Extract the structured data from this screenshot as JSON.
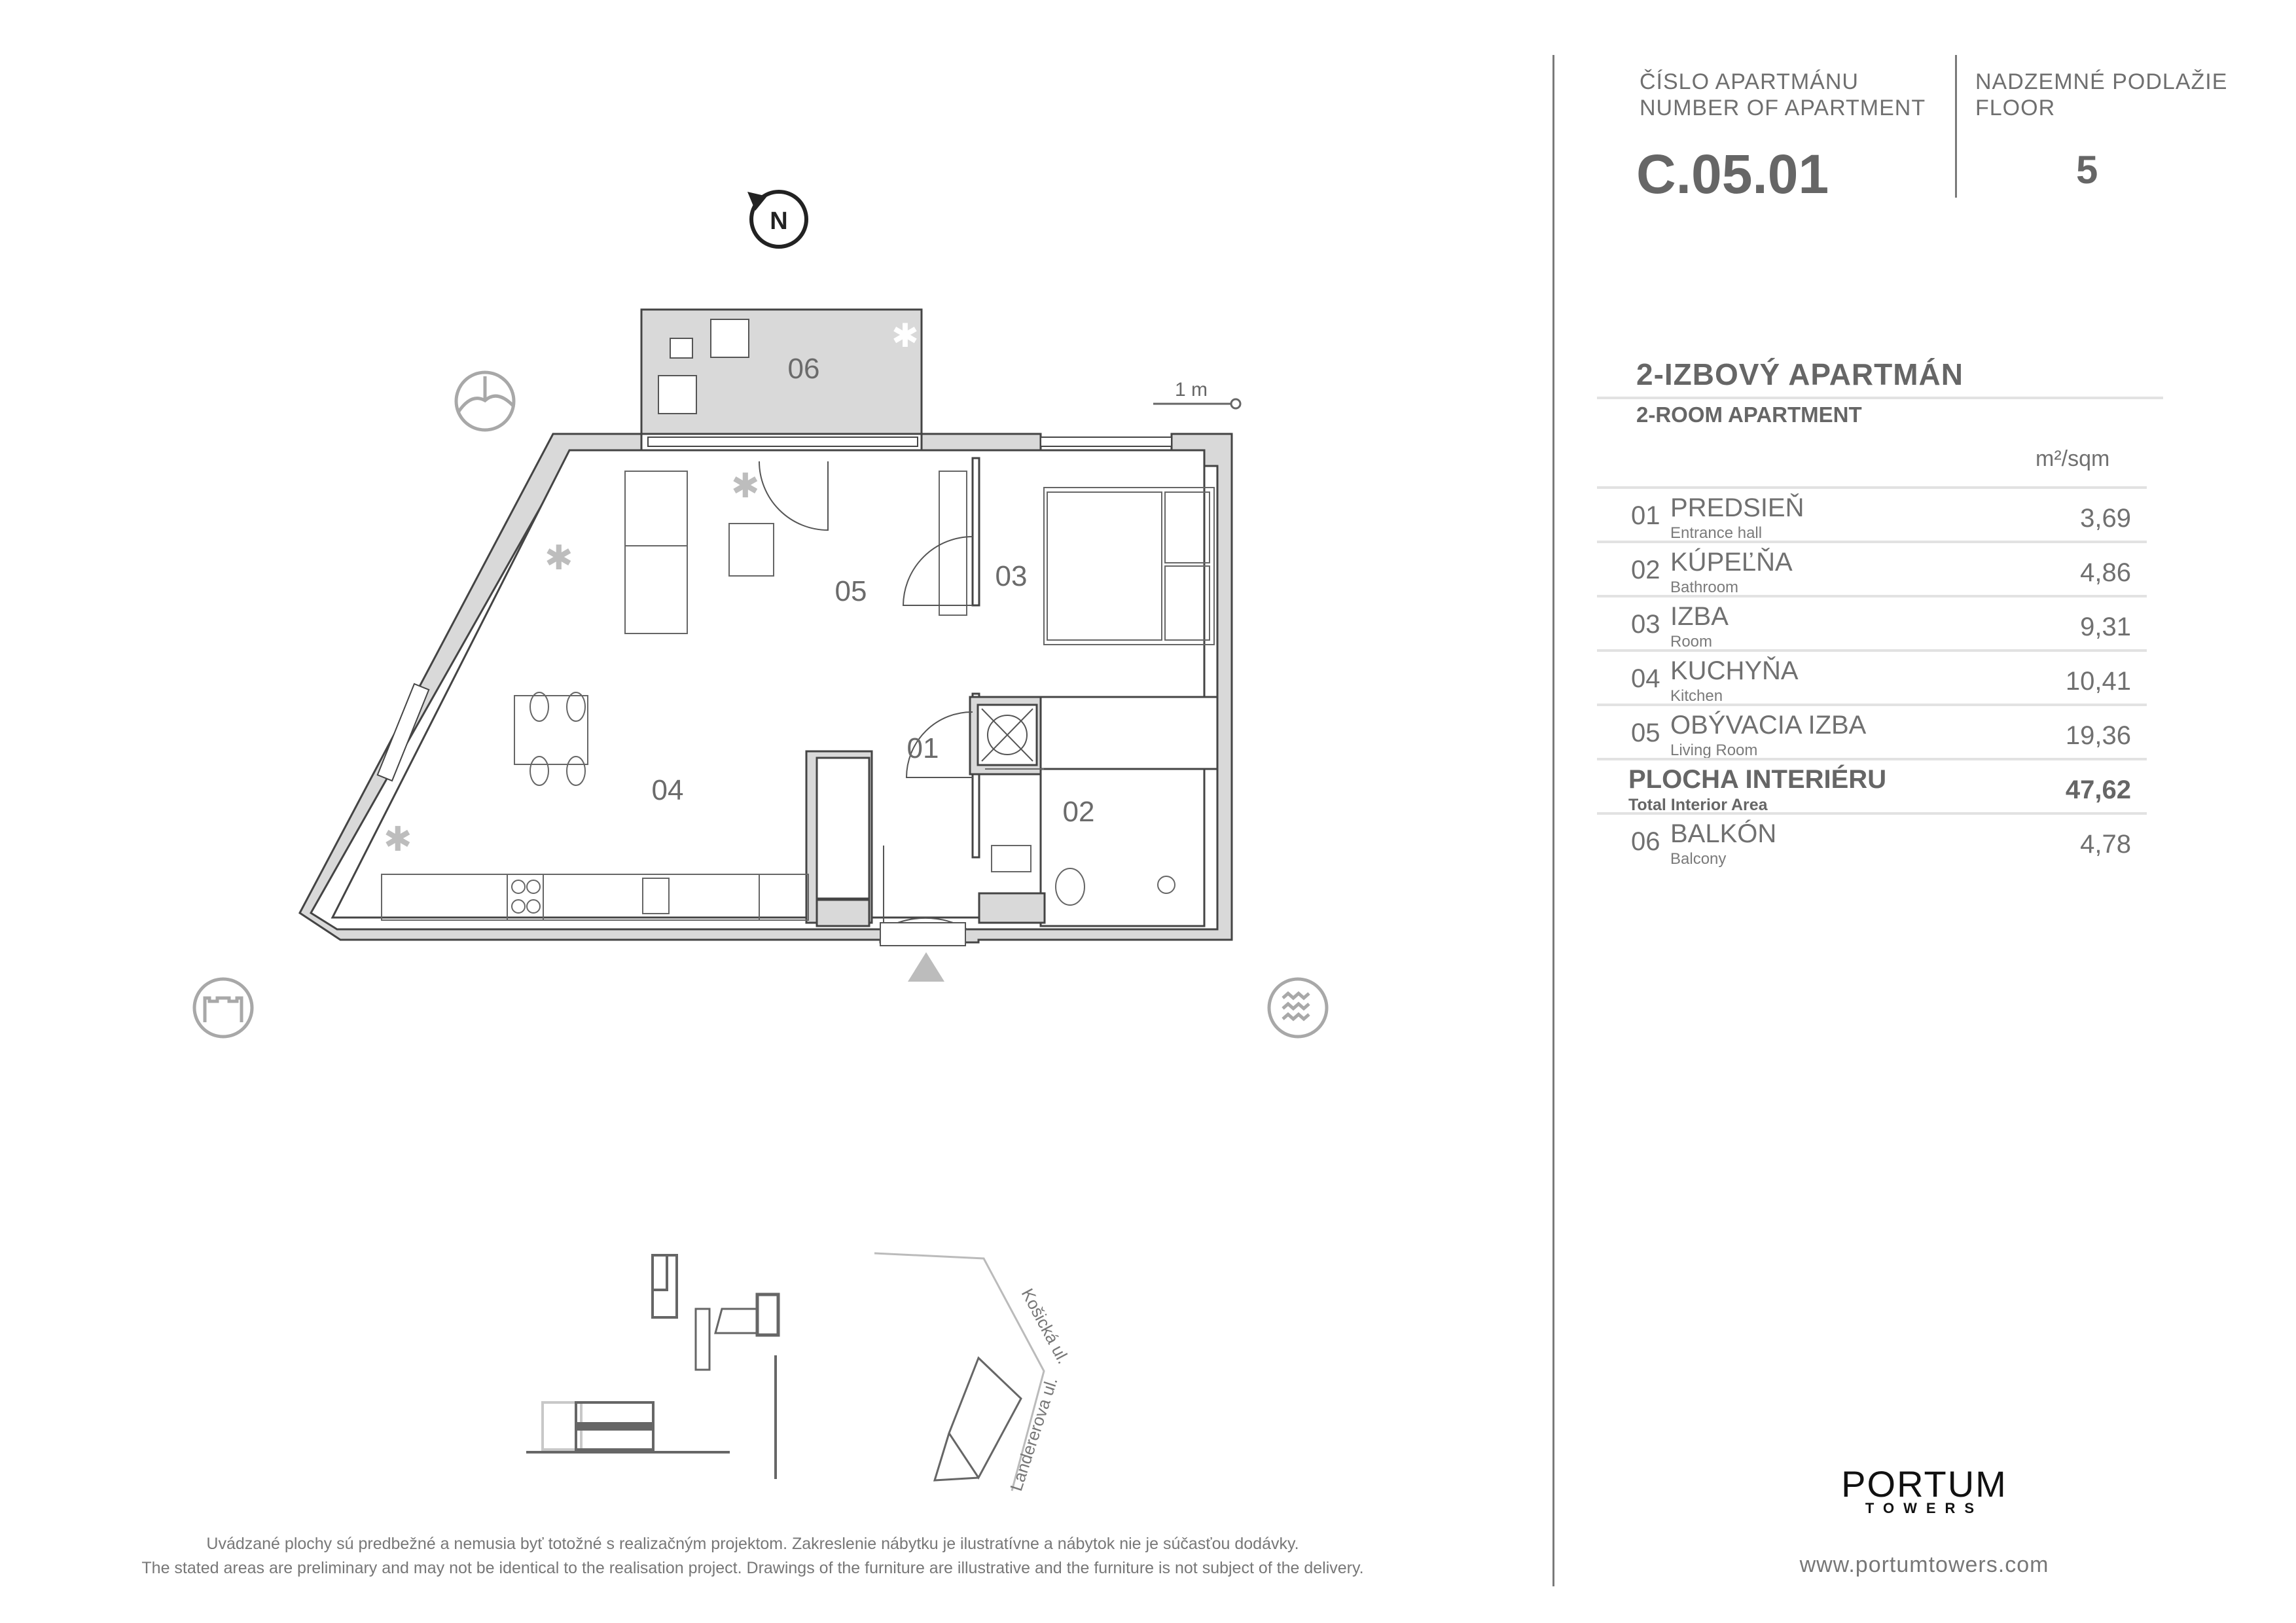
{
  "header": {
    "apartment_label_sk": "ČÍSLO APARTMÁNU",
    "apartment_label_en": "NUMBER OF APARTMENT",
    "apartment_number": "C.05.01",
    "floor_label_sk": "NADZEMNÉ PODLAŽIE",
    "floor_label_en": "FLOOR",
    "floor_number": "5"
  },
  "summary": {
    "title_sk": "2-IZBOVÝ APARTMÁN",
    "title_en": "2-ROOM APARTMENT",
    "unit": "m²/sqm",
    "rooms": [
      {
        "num": "01",
        "name": "PREDSIEŇ",
        "sub": "Entrance hall",
        "area": "3,69"
      },
      {
        "num": "02",
        "name": "KÚPEĽŇA",
        "sub": "Bathroom",
        "area": "4,86"
      },
      {
        "num": "03",
        "name": "IZBA",
        "sub": "Room",
        "area": "9,31"
      },
      {
        "num": "04",
        "name": "KUCHYŇA",
        "sub": "Kitchen",
        "area": "10,41"
      },
      {
        "num": "05",
        "name": "OBÝVACIA IZBA",
        "sub": "Living Room",
        "area": "19,36"
      }
    ],
    "total": {
      "name": "PLOCHA INTERIÉRU",
      "sub": "Total Interior Area",
      "area": "47,62"
    },
    "balcony": {
      "num": "06",
      "name": "BALKÓN",
      "sub": "Balcony",
      "area": "4,78"
    }
  },
  "plan": {
    "room_labels": [
      "01",
      "02",
      "03",
      "04",
      "05",
      "06"
    ],
    "scale_label": "1 m",
    "compass_label": "N",
    "icons": [
      "compass-north-icon",
      "mountain-view-icon",
      "castle-view-icon",
      "water-view-icon",
      "entrance-arrow-icon"
    ]
  },
  "site": {
    "street_1": "Košická ul.",
    "street_2": "Landererova ul."
  },
  "footer": {
    "disclaimer_sk": "Uvádzané plochy sú predbežné a nemusia byť totožné s realizačným projektom. Zakreslenie nábytku je ilustratívne a nábytok nie je súčasťou dodávky.",
    "disclaimer_en": "The stated areas are preliminary and may not be identical to the realisation project. Drawings of the furniture are illustrative and the furniture is not subject of the delivery."
  },
  "brand": {
    "name": "PORTUM",
    "sub": "TOWERS",
    "url": "www.portumtowers.com"
  },
  "colors": {
    "wall": "#d9d9d9",
    "line": "#555555",
    "text": "#6b6b6b",
    "icon": "#a8a8a8"
  }
}
